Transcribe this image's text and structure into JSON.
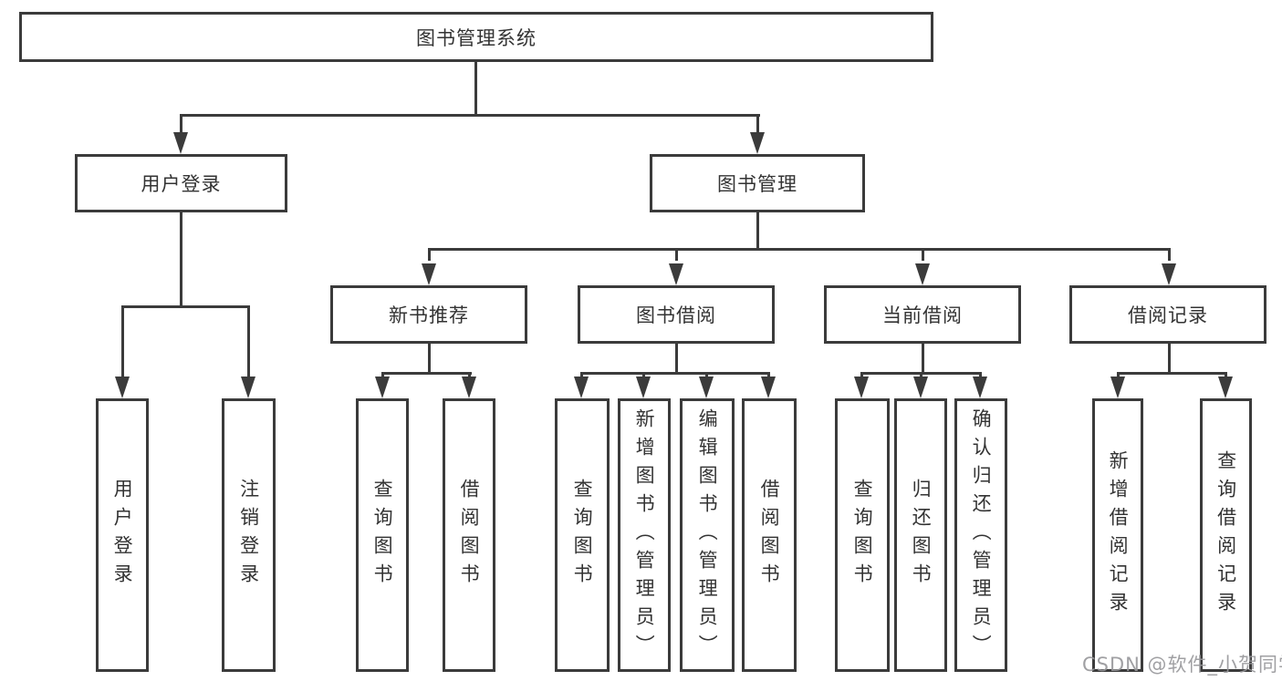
{
  "diagram": {
    "title": "图书管理系统",
    "nodes": {
      "root": "图书管理系统",
      "user_login": "用户登录",
      "book_mgmt": "图书管理",
      "new_books": "新书推荐",
      "book_borrow": "图书借阅",
      "current_borrow": "当前借阅",
      "borrow_records": "借阅记录",
      "leaf_user_login": "用户登录",
      "leaf_logout": "注销登录",
      "leaf_nb_query": "查询图书",
      "leaf_nb_borrow": "借阅图书",
      "leaf_bb_query": "查询图书",
      "leaf_bb_add": "新增图书（管理员）",
      "leaf_bb_edit": "编辑图书（管理员）",
      "leaf_bb_borrow": "借阅图书",
      "leaf_cb_query": "查询图书",
      "leaf_cb_return": "归还图书",
      "leaf_cb_confirm": "确认归还（管理员）",
      "leaf_br_add": "新增借阅记录",
      "leaf_br_query": "查询借阅记录"
    },
    "hierarchy": {
      "图书管理系统": [
        "用户登录",
        "图书管理"
      ],
      "用户登录": [
        "用户登录",
        "注销登录"
      ],
      "图书管理": [
        "新书推荐",
        "图书借阅",
        "当前借阅",
        "借阅记录"
      ],
      "新书推荐": [
        "查询图书",
        "借阅图书"
      ],
      "图书借阅": [
        "查询图书",
        "新增图书（管理员）",
        "编辑图书（管理员）",
        "借阅图书"
      ],
      "当前借阅": [
        "查询图书",
        "归还图书",
        "确认归还（管理员）"
      ],
      "借阅记录": [
        "新增借阅记录",
        "查询借阅记录"
      ]
    }
  },
  "watermark": {
    "text": "CSDN @软件_小贺同学"
  },
  "colors": {
    "line": "#3b3b3b",
    "box_border": "#3b3b3b",
    "text": "#333333",
    "background": "#ffffff",
    "watermark": "#98989b"
  }
}
